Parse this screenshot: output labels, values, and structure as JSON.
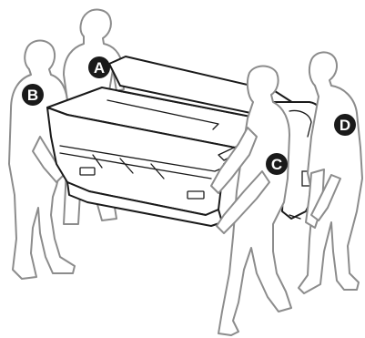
{
  "figure": {
    "description_labels": {
      "a": "A",
      "b": "B",
      "c": "C",
      "d": "D"
    },
    "colors": {
      "badge_fill": "#1a1a1a",
      "badge_text": "#ffffff",
      "person_outline": "#8c8c8c",
      "printer_outline": "#1a1a1a"
    }
  }
}
